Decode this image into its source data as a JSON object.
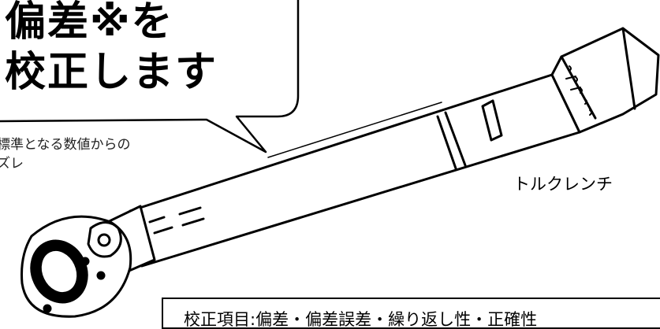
{
  "bubble": {
    "line1": "偏差※を",
    "line2": "校正します"
  },
  "footnote": {
    "line1": "標準となる数値からの",
    "line2": "ズレ"
  },
  "wrench": {
    "label": "トルクレンチ"
  },
  "items_box": {
    "text": "校正項目:偏差・偏差誤差・繰り返し性・正確性"
  }
}
